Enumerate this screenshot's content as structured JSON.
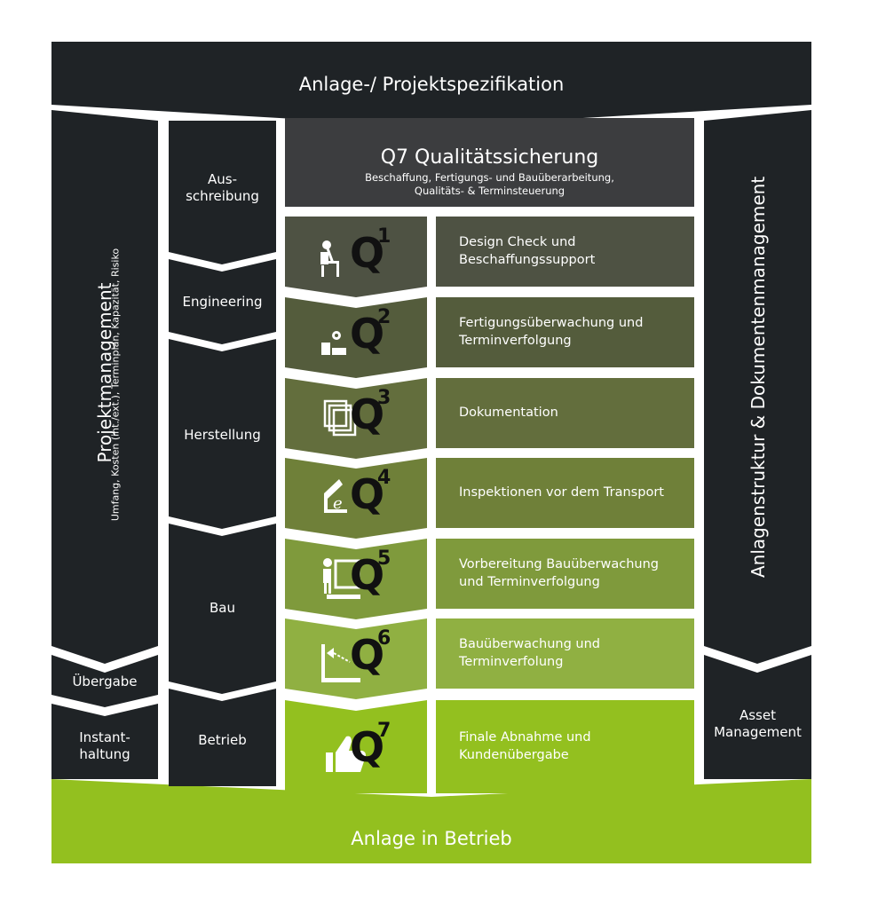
{
  "top_banner": "Anlage-/ Projektspezifikation",
  "bottom_banner": "Anlage in Betrieb",
  "left_column": {
    "title": "Projektmanagement",
    "subtitle": "Umfang, Kosten (int./ext.), Terminplan, Kapazität, Risiko",
    "uebergabe": "Übergabe",
    "instandhaltung": [
      "Instant-",
      "haltung"
    ]
  },
  "right_column": {
    "title": "Anlagenstruktur & Dokumentenmanagement",
    "asset": [
      "Asset",
      "Management"
    ]
  },
  "phases": {
    "ausschreibung": [
      "Aus-",
      "schreibung"
    ],
    "engineering": "Engineering",
    "herstellung": "Herstellung",
    "bau": "Bau",
    "betrieb": "Betrieb"
  },
  "q7_header": {
    "title": "Q7 Qualitätssicherung",
    "line1": "Beschaffung, Fertigungs- und Bauüberarbeitung,",
    "line2": "Qualitäts- & Terminsteuerung"
  },
  "steps": [
    {
      "q": "Q",
      "num": "1",
      "icon": "designer-at-desk-icon",
      "desc": [
        "Design Check und",
        "Beschaffungssupport"
      ],
      "color": "#4e5243"
    },
    {
      "q": "Q",
      "num": "2",
      "icon": "production-blocks-icon",
      "desc": [
        "Fertigungsüberwachung und",
        "Terminverfolgung"
      ],
      "color": "#545c3c"
    },
    {
      "q": "Q",
      "num": "3",
      "icon": "documents-icon",
      "desc": [
        "Dokumentation"
      ],
      "color": "#636e3d"
    },
    {
      "q": "Q",
      "num": "4",
      "icon": "inspection-icon",
      "desc": [
        "Inspektionen vor dem Transport"
      ],
      "color": "#6f8039"
    },
    {
      "q": "Q",
      "num": "5",
      "icon": "person-at-board-icon",
      "desc": [
        "Vorbereitung Bauüberwachung",
        "und Terminverfolgung"
      ],
      "color": "#7f9a3c"
    },
    {
      "q": "Q",
      "num": "6",
      "icon": "site-supervision-icon",
      "desc": [
        "Bauüberwachung und",
        "Terminverfolung"
      ],
      "color": "#90b042"
    },
    {
      "q": "Q",
      "num": "7",
      "icon": "thumbs-up-icon",
      "desc": [
        "Finale Abnahme und",
        "Kundenübergabe"
      ],
      "color": "#93c01f"
    }
  ],
  "colors": {
    "dark": "#1f2326",
    "header_grey": "#3c3d3f",
    "green": "#93c01f",
    "white": "#ffffff"
  }
}
